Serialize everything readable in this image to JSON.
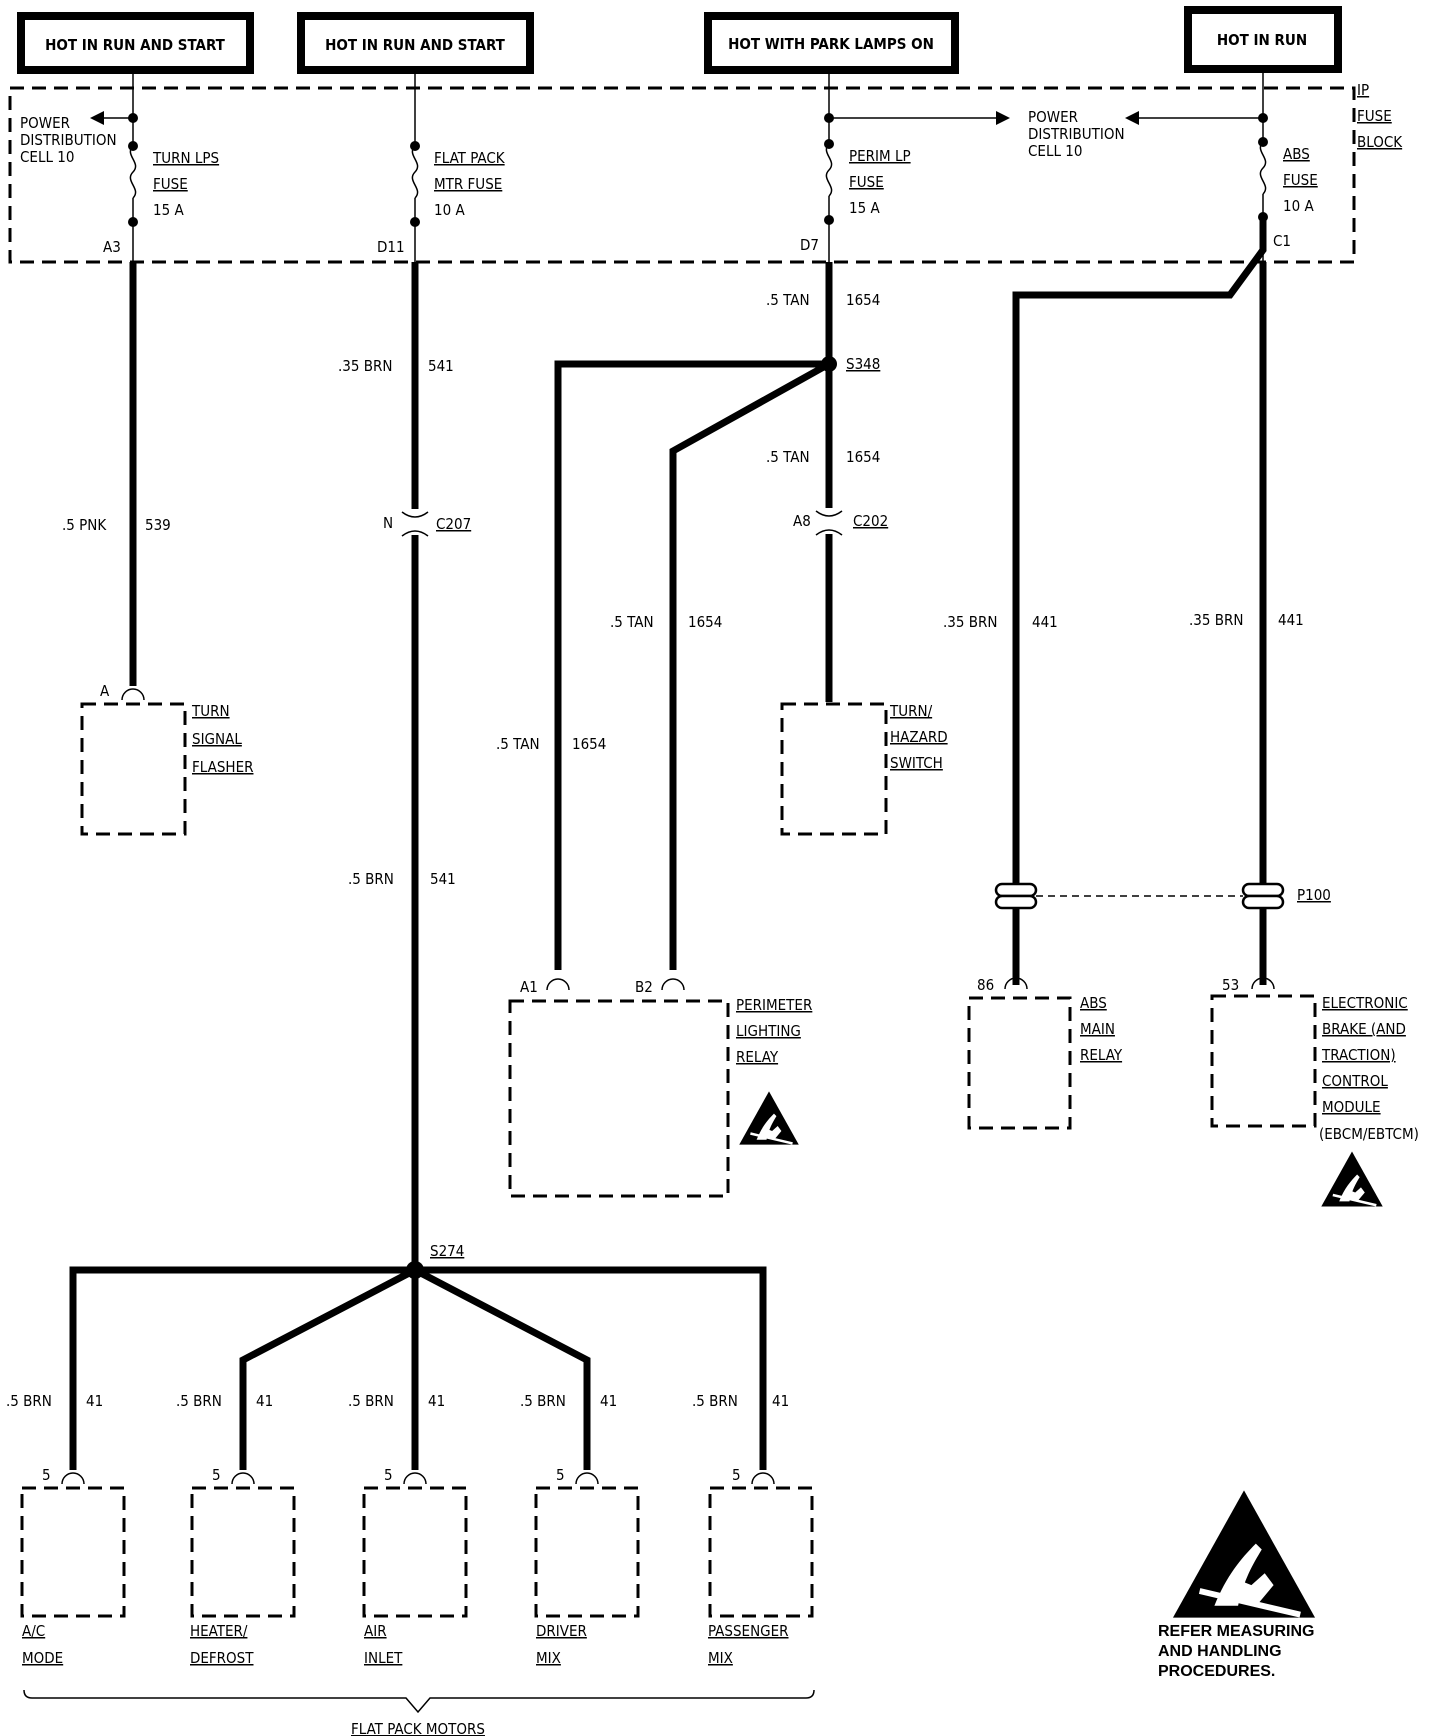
{
  "power_labels": [
    "HOT IN RUN AND START",
    "HOT IN RUN AND START",
    "HOT WITH PARK LAMPS ON",
    "HOT IN RUN"
  ],
  "fuse_block": {
    "l1": "IP",
    "l2": "FUSE",
    "l3": "BLOCK"
  },
  "power_distribution": {
    "l1": "POWER",
    "l2": "DISTRIBUTION",
    "l3": "CELL  10"
  },
  "fuses": [
    {
      "name1": "TURN LPS",
      "name2": "FUSE",
      "rating": "15 A",
      "terminal": "A3"
    },
    {
      "name1": "FLAT PACK",
      "name2": "MTR FUSE",
      "rating": "10 A",
      "terminal": "D11"
    },
    {
      "name1": "PERIM LP",
      "name2": "FUSE",
      "rating": "15 A",
      "terminal": "D7"
    },
    {
      "name1": "ABS",
      "name2": "FUSE",
      "rating": "10 A",
      "terminal": "C1"
    }
  ],
  "wires": {
    "pnk_size": ".5 PNK",
    "pnk_circuit": "539",
    "brn35_size": ".35 BRN",
    "brn541_circuit": "541",
    "brn5_size": ".5 BRN",
    "tan_size": ".5 TAN",
    "tan_circuit": "1654",
    "abs_circuit": "441",
    "motor_circuit": "41"
  },
  "splices": {
    "s348": "S348",
    "s274": "S274"
  },
  "connectors": {
    "c207": "C207",
    "c207_pin": "N",
    "c202": "C202",
    "c202_pin": "A8",
    "p100": "P100"
  },
  "components": {
    "turn_flasher": {
      "pin": "A",
      "l1": "TURN",
      "l2": "SIGNAL",
      "l3": "FLASHER"
    },
    "hazard_switch": {
      "l1": "TURN/",
      "l2": "HAZARD",
      "l3": "SWITCH"
    },
    "perimeter_relay": {
      "pin_a": "A1",
      "pin_b": "B2",
      "l1": "PERIMETER",
      "l2": "LIGHTING",
      "l3": "RELAY"
    },
    "abs_relay": {
      "pin": "86",
      "l1": "ABS",
      "l2": "MAIN",
      "l3": "RELAY"
    },
    "ebcm": {
      "pin": "53",
      "l1": "ELECTRONIC",
      "l2": "BRAKE (AND",
      "l3": "TRACTION)",
      "l4": "CONTROL",
      "l5": "MODULE",
      "l6": "(EBCM/EBTCM)"
    }
  },
  "motors": [
    {
      "pin": "5",
      "l1": "A/C",
      "l2": "MODE"
    },
    {
      "pin": "5",
      "l1": "HEATER/",
      "l2": "DEFROST"
    },
    {
      "pin": "5",
      "l1": "AIR",
      "l2": "INLET"
    },
    {
      "pin": "5",
      "l1": "DRIVER",
      "l2": "MIX"
    },
    {
      "pin": "5",
      "l1": "PASSENGER",
      "l2": "MIX"
    }
  ],
  "flat_pack_motors": "FLAT PACK MOTORS",
  "esd_note": {
    "l1": "REFER MEASURING",
    "l2": "AND HANDLING",
    "l3": "PROCEDURES."
  },
  "colors": {
    "ink": "#000000",
    "paper": "#ffffff"
  }
}
